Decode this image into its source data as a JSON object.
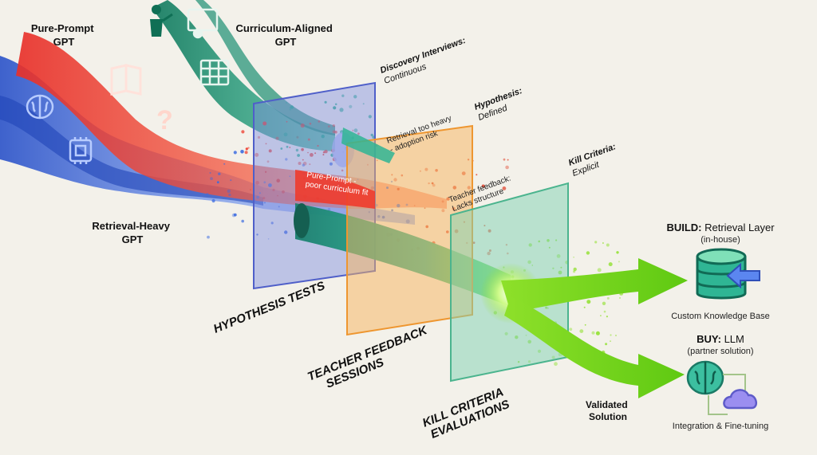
{
  "inputs": {
    "pure_prompt": [
      "Pure-Prompt",
      "GPT"
    ],
    "curriculum": [
      "Curriculum-Aligned",
      "GPT"
    ],
    "retrieval": [
      "Retrieval-Heavy",
      "GPT"
    ]
  },
  "gates": {
    "g1": {
      "label": "HYPOTHESIS TESTS",
      "note_title": "Discovery Interviews:",
      "note_sub": "Continuous",
      "feedback": [
        "Retrieval too heavy",
        "- adoption risk"
      ]
    },
    "g2": {
      "label": [
        "TEACHER FEEDBACK",
        "SESSIONS"
      ],
      "note_title": "Hypothesis:",
      "note_sub": "Defined",
      "feedback": [
        "Teacher feedback:",
        "Lacks structure"
      ],
      "stream_note": [
        "Pure-Prompt -",
        "poor curriculum fit"
      ]
    },
    "g3": {
      "label": [
        "KILL CRITERIA",
        "EVALUATIONS"
      ],
      "note_title": "Kill Criteria:",
      "note_sub": "Explicit"
    }
  },
  "outputs": {
    "validated": [
      "Validated",
      "Solution"
    ],
    "build": {
      "prefix": "BUILD:",
      "title": "Retrieval Layer",
      "sub": "(in-house)",
      "caption": "Custom Knowledge Base"
    },
    "buy": {
      "prefix": "BUY:",
      "title": "LLM",
      "sub": "(partner solution)",
      "caption": "Integration & Fine-tuning"
    }
  },
  "colors": {
    "blue": "#2f62d8",
    "red": "#ee3b2c",
    "teal": "#1b8f72",
    "green": "#7fd61e",
    "gate1": "#6a78d6",
    "gate2": "#f4a445",
    "gate3": "#6cc7a6",
    "text": "#111111"
  },
  "icons": [
    "teacher-icon",
    "presenter-icon",
    "book-icon",
    "spreadsheet-icon",
    "brain-icon",
    "question-icon",
    "chip-icon",
    "database-icon",
    "exchange-arrows-icon",
    "brain-icon",
    "cloud-icon"
  ]
}
